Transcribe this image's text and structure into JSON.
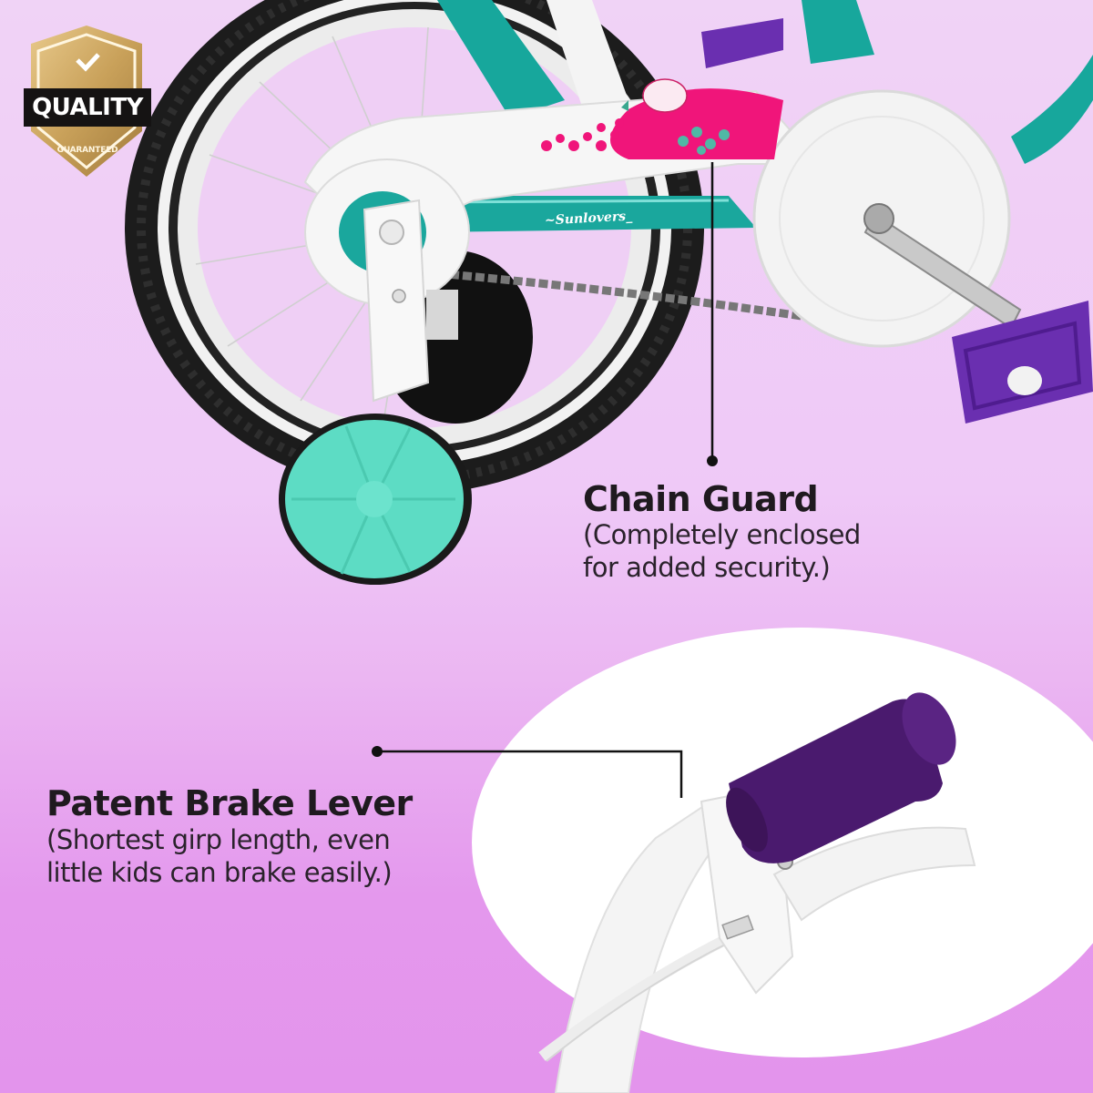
{
  "badge": {
    "icon": "checkmark-icon",
    "title": "QUALITY",
    "subtitle": "GUARANTEED",
    "colors": {
      "gold": "#c9a15a",
      "band": "#151313"
    }
  },
  "product": {
    "brand_decal": "~Sunlovers_",
    "colors": {
      "frame": "#17a79c",
      "chain_guard": "#f5f5f5",
      "decal_pink": "#f0157a",
      "training_wheel": "#5ddcc4",
      "pedal": "#6a2fb0",
      "grip": "#4a1a6e",
      "tire": "#1a1a1a"
    }
  },
  "callouts": [
    {
      "title": "Chain Guard",
      "description": "(Completely enclosed\nfor added security.)"
    },
    {
      "title": "Patent Brake Lever",
      "description": "(Shortest girp length, even\nlittle kids can brake easily.)"
    }
  ],
  "background": {
    "top": "#f0d3f6",
    "bottom": "#e394ec"
  }
}
